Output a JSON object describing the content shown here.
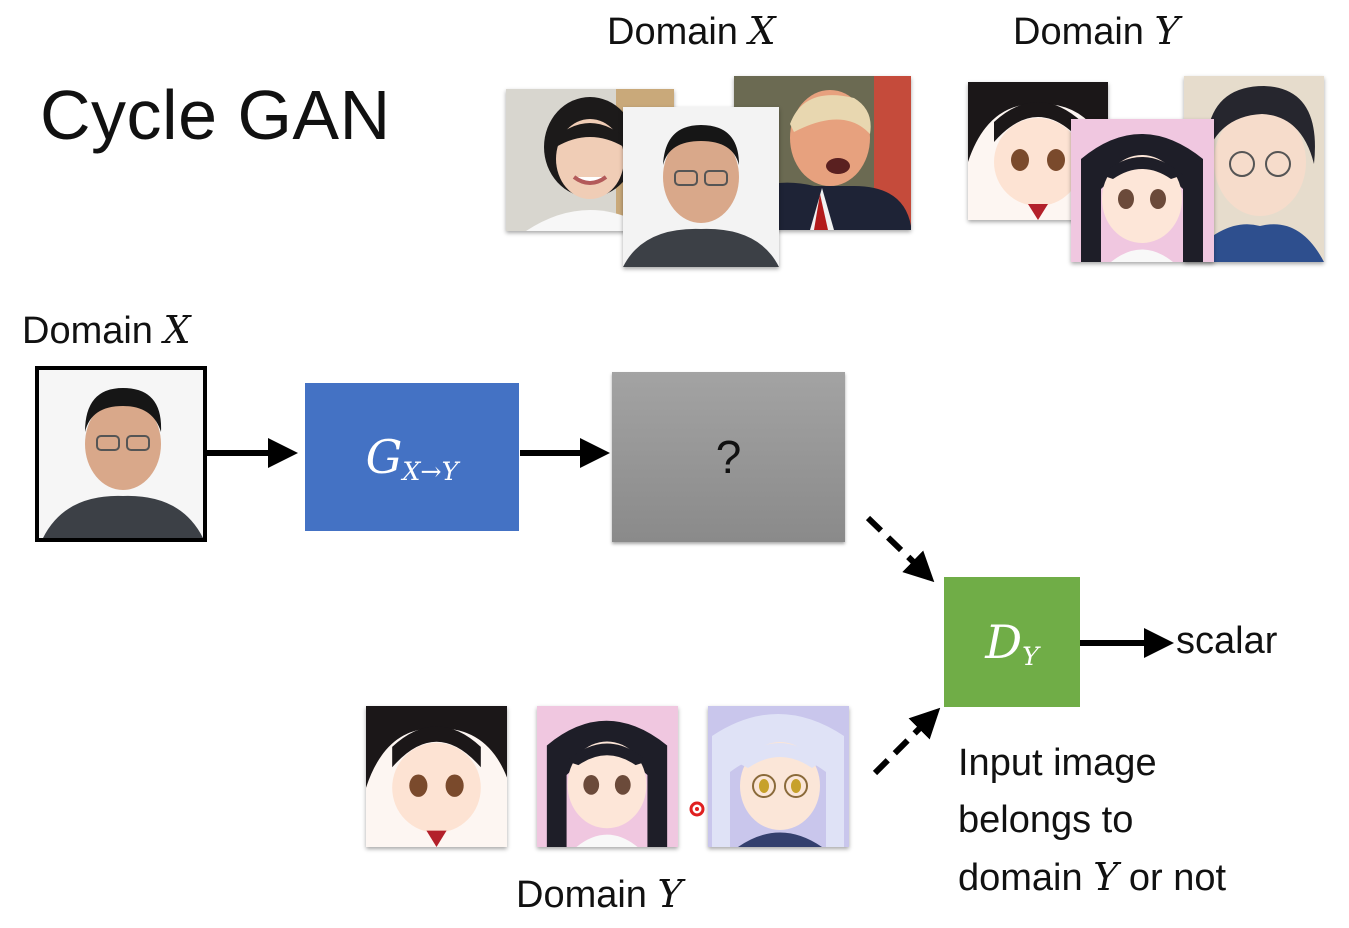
{
  "title": "Cycle GAN",
  "top_domain_x_label": {
    "text": "Domain ",
    "symbol": "X"
  },
  "top_domain_y_label": {
    "text": "Domain ",
    "symbol": "Y"
  },
  "input_domain_label": {
    "text": "Domain ",
    "symbol": "X"
  },
  "bottom_domain_y_label": {
    "text": "Domain ",
    "symbol": "Y"
  },
  "generator": {
    "symbol": "G",
    "subscript": "X→Y",
    "color": "#4472c4"
  },
  "unknown_output": {
    "text": "?"
  },
  "discriminator": {
    "symbol": "D",
    "subscript": "Y",
    "color": "#70ad47"
  },
  "output_label": "scalar",
  "discriminator_note": {
    "line1": "Input image",
    "line2": "belongs to",
    "line3_prefix": "domain ",
    "line3_symbol": "Y",
    "line3_suffix": " or not"
  },
  "images": {
    "real_faces": [
      "face-photo-woman",
      "face-photo-man-glasses",
      "face-photo-man-suit"
    ],
    "anime_top": [
      "anime-girl-brown-eyes",
      "anime-girl-twin-tails",
      "anime-boy-glasses"
    ],
    "anime_bottom": [
      "anime-girl-brown-eyes",
      "anime-girl-twin-tails",
      "anime-girl-glasses-lavender"
    ]
  },
  "colors": {
    "arrow": "#000000",
    "pointer_dot": "#e02020"
  }
}
